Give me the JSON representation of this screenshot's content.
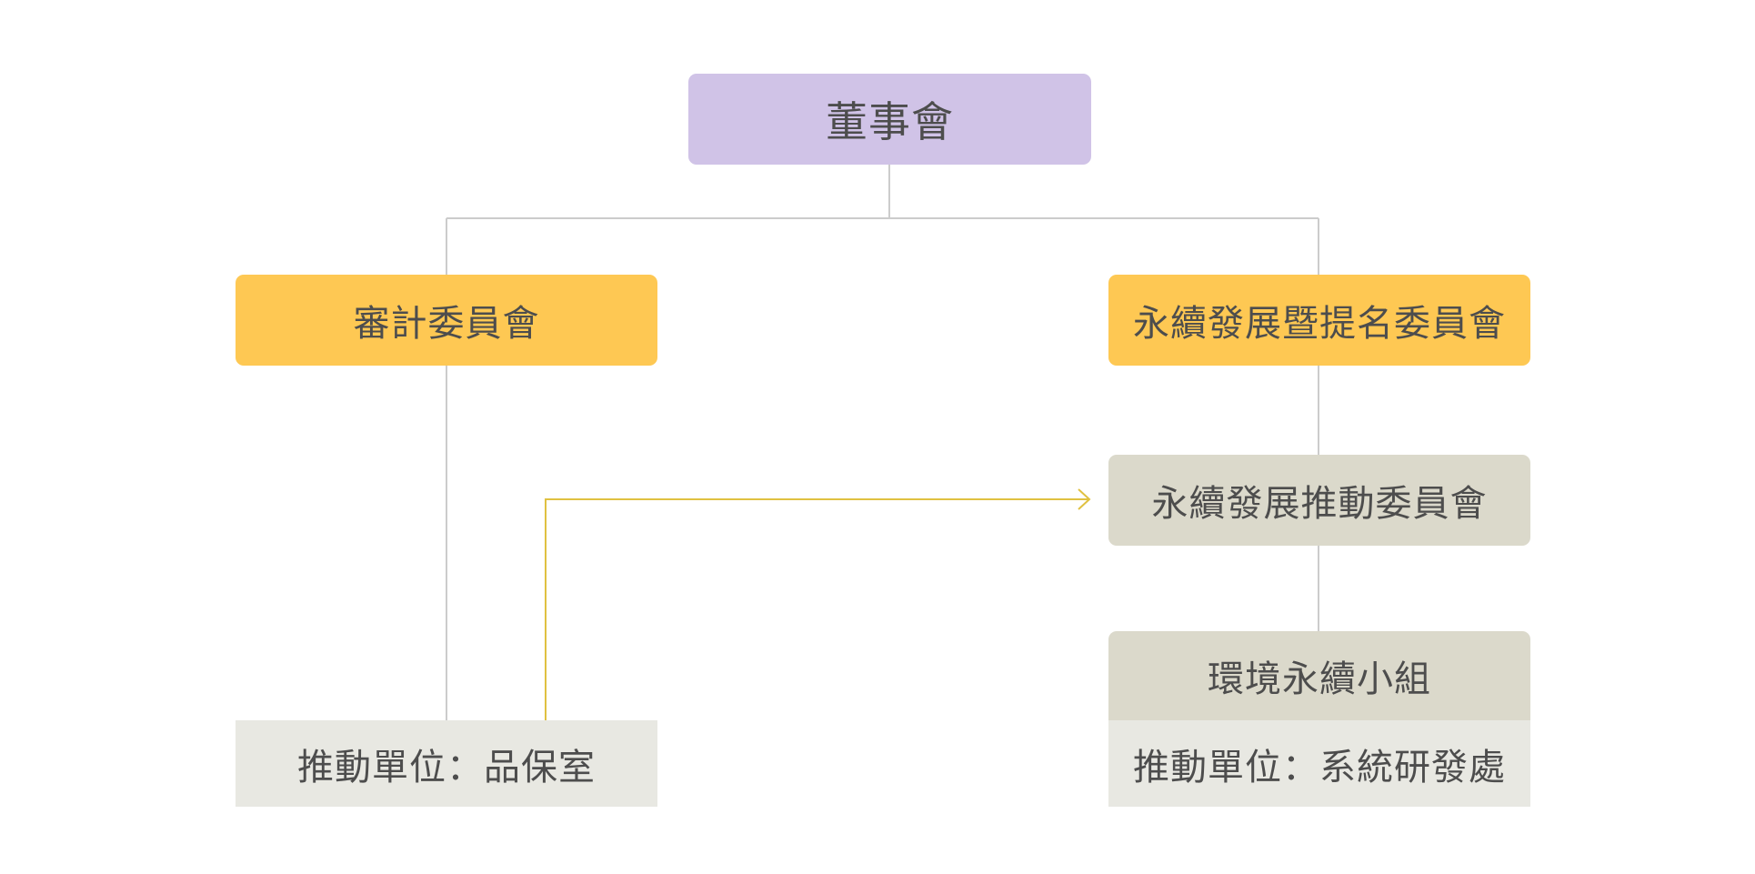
{
  "colors": {
    "board": "#d0c3e7",
    "committee": "#fec853",
    "subcommittee": "#dbd9cb",
    "unit": "#e8e8e2",
    "connector": "#cccccc",
    "arrow": "#e0c141",
    "text": "#4d4d4d"
  },
  "nodes": {
    "board": "董事會",
    "audit_committee": "審計委員會",
    "sustainability_nomination_committee": "永續發展暨提名委員會",
    "sustainability_promotion_committee": "永續發展推動委員會",
    "environmental_sustainability_group": "環境永續小組",
    "env_group_unit": "推動單位：系統研發處",
    "audit_unit": "推動單位：品保室"
  }
}
